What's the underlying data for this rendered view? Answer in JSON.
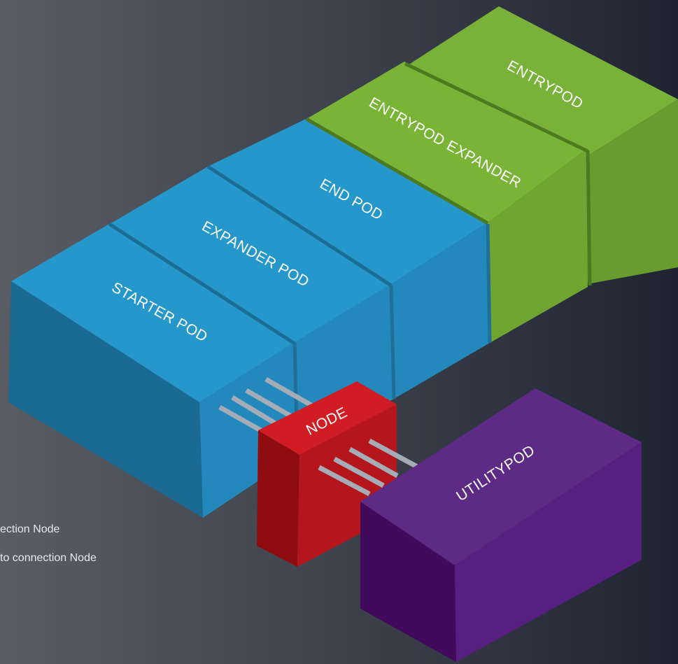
{
  "diagram": {
    "pods": {
      "entrypod": "ENTRYPOD",
      "entrypod_expander": "ENTRYPOD EXPANDER",
      "end_pod": "END POD",
      "expander_pod": "EXPANDER POD",
      "starter_pod": "STARTER POD",
      "node": "NODE",
      "utilitypod": "UTILITYPOD"
    },
    "captions": [
      "ection Node",
      "to connection Node"
    ]
  },
  "colors": {
    "blue_top": "#2597cb",
    "green_top": "#79b238",
    "red_top": "#d01c22",
    "purple_top": "#5d2a86"
  }
}
